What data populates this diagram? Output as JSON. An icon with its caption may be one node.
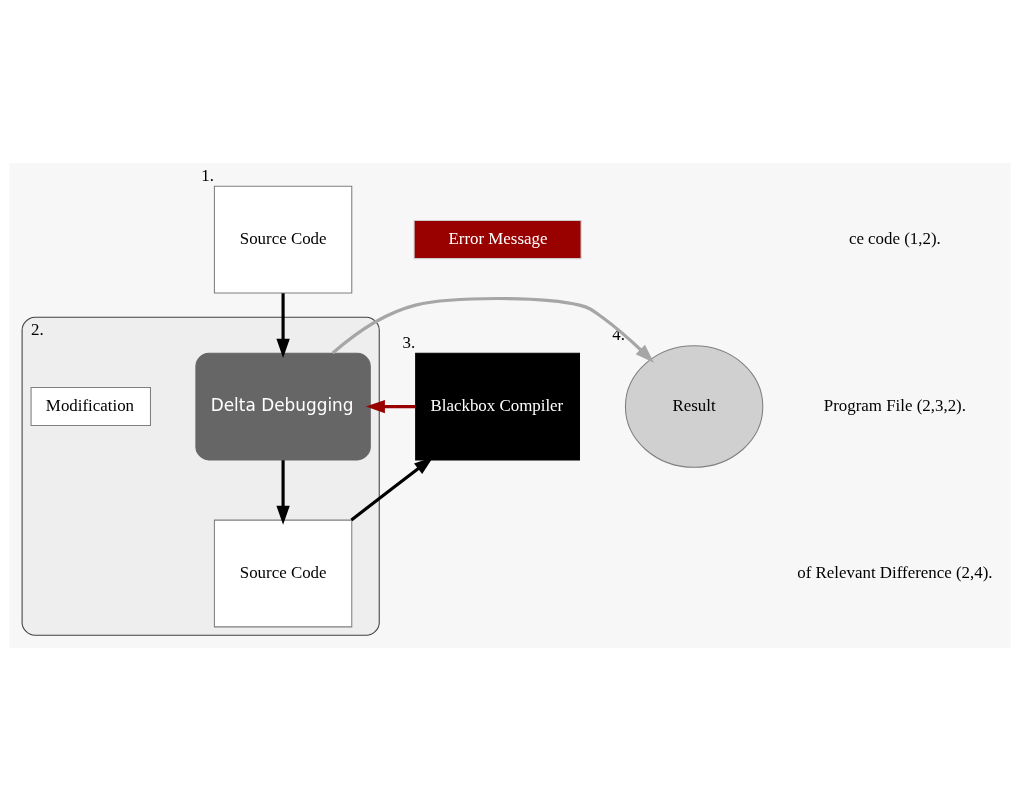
{
  "diagram": {
    "nodes": [
      {
        "text": [
          "Source Code"
        ],
        "beside": [
          "1."
        ]
      },
      {
        "text": [],
        "shape": "box",
        "beside": [
          "2."
        ]
      },
      {
        "text": [
          "Delta Debugging"
        ],
        "in": 1
      },
      {
        "text": [
          "Modification"
        ],
        "in": 1
      },
      {
        "text": [
          "Source Code"
        ],
        "in": 1
      },
      {
        "text": [
          "Error Message"
        ]
      },
      {
        "text": [
          "Blackbox Compiler"
        ],
        "beside": [
          "3."
        ]
      },
      {
        "text": [
          "Result"
        ],
        "beside": [
          "4."
        ]
      }
    ],
    "edges": [
      {
        "from": 0,
        "to": 2,
        "arrow": "to"
      },
      {
        "from": 2,
        "to": 4,
        "arrow": "to"
      },
      {
        "from": 4,
        "to": 6,
        "arrow": "to"
      },
      {
        "from": 6,
        "to": 2,
        "arrow": "to",
        "color": "#990000"
      },
      {
        "from": 2,
        "to": 7,
        "arrow": "to",
        "color": "#a6a6a6"
      }
    ],
    "labels": [
      "ce code (1,2).",
      "Program File (2,3,2).",
      "of Relevant Difference (2,4)."
    ]
  }
}
